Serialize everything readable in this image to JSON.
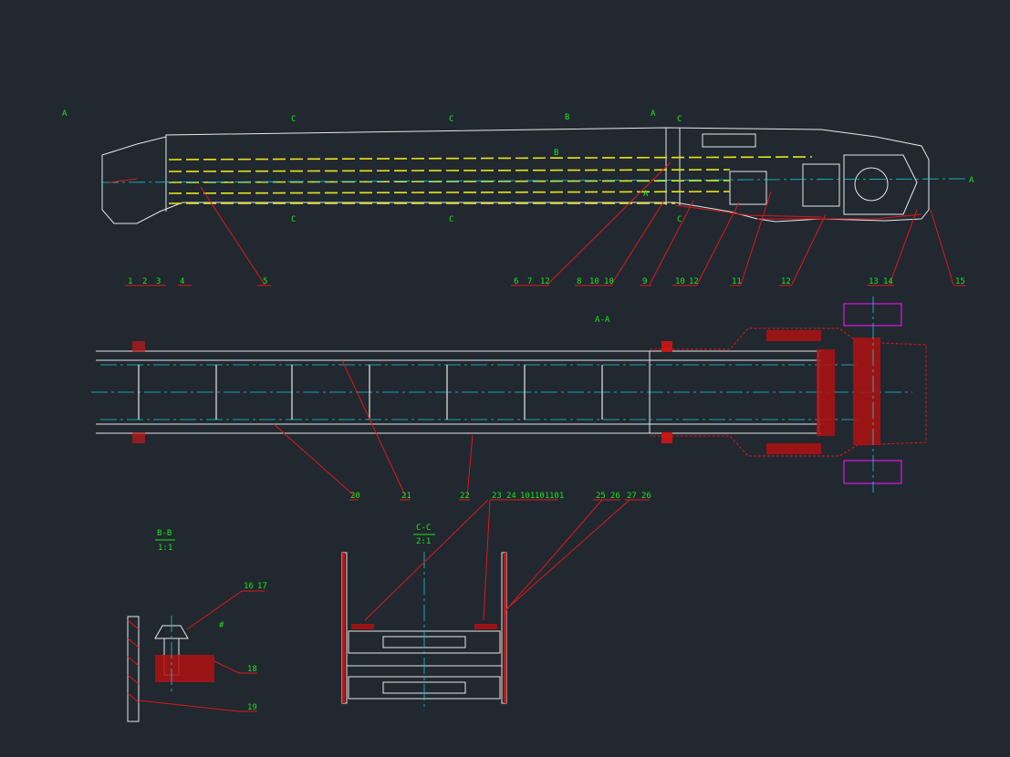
{
  "views": {
    "section_aa_title": "A-A",
    "section_bb_title": "B-B",
    "section_bb_scale": "1:1",
    "section_cc_title": "C-C",
    "section_cc_scale": "2:1"
  },
  "markers": {
    "a_left": "A",
    "a_mid": "A",
    "a_right": "A",
    "a_inner": "A",
    "b_top": "B",
    "b_bottom": "B",
    "c1_top": "C",
    "c2_top": "C",
    "c3_top": "C",
    "c1_bot": "C",
    "c2_bot": "C",
    "c3_bot": "C"
  },
  "callouts_top": [
    "1",
    "2",
    "3",
    "4",
    "5",
    "6",
    "7",
    "12",
    "8",
    "10",
    "10",
    "9",
    "10",
    "12",
    "11",
    "12",
    "13",
    "14",
    "15"
  ],
  "callouts_mid": [
    "20",
    "21",
    "22",
    "23",
    "24",
    "101",
    "101",
    "101",
    "25",
    "26",
    "27",
    "26"
  ],
  "callouts_detail": [
    "16",
    "17",
    "18",
    "19",
    "#"
  ]
}
